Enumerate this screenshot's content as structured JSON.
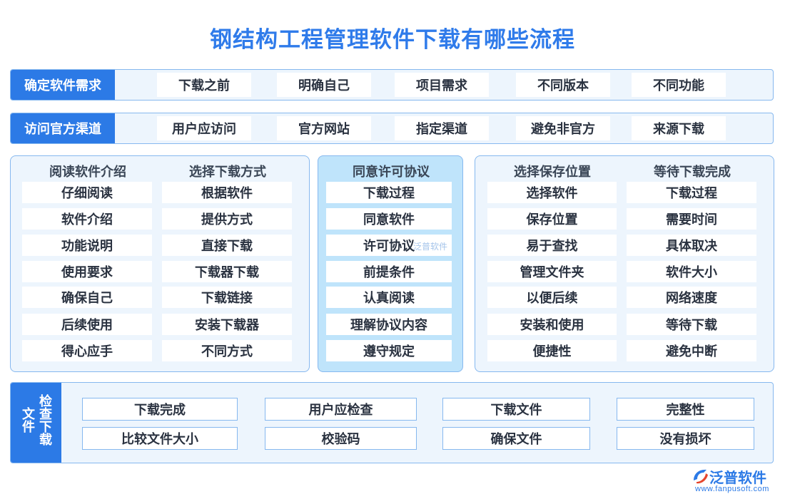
{
  "title": "钢结构工程管理软件下载有哪些流程",
  "row1": {
    "label": "确定软件需求",
    "items": [
      "下载之前",
      "明确自己",
      "项目需求",
      "不同版本",
      "不同功能"
    ]
  },
  "row2": {
    "label": "访问官方渠道",
    "items": [
      "用户应访问",
      "官方网站",
      "指定渠道",
      "避免非官方",
      "来源下载"
    ]
  },
  "panel_left": {
    "col1_head": "阅读软件介绍",
    "col1": [
      "仔细阅读",
      "软件介绍",
      "功能说明",
      "使用要求",
      "确保自己",
      "后续使用",
      "得心应手"
    ],
    "col2_head": "选择下载方式",
    "col2": [
      "根据软件",
      "提供方式",
      "直接下载",
      "下载器下载",
      "下载链接",
      "安装下载器",
      "不同方式"
    ]
  },
  "panel_mid": {
    "head": "同意许可协议",
    "items": [
      "下载过程",
      "同意软件",
      "许可协议",
      "前提条件",
      "认真阅读",
      "理解协议内容",
      "遵守规定"
    ]
  },
  "panel_right": {
    "col1_head": "选择保存位置",
    "col1": [
      "选择软件",
      "保存位置",
      "易于查找",
      "管理文件夹",
      "以便后续",
      "安装和使用",
      "便捷性"
    ],
    "col2_head": "等待下载完成",
    "col2": [
      "下载过程",
      "需要时间",
      "具体取决",
      "软件大小",
      "网络速度",
      "等待下载",
      "避免中断"
    ]
  },
  "bottom": {
    "label_col1": "文件",
    "label_col2": "检查下载",
    "row1": [
      "下载完成",
      "用户应检查",
      "下载文件",
      "完整性"
    ],
    "row2": [
      "比较文件大小",
      "校验码",
      "确保文件",
      "没有损坏"
    ]
  },
  "watermark": "泛普软件",
  "logo": {
    "name": "泛普软件",
    "url": "www.fanpusoft.com"
  },
  "colors": {
    "accent": "#2c7ae6",
    "title": "#2f7bea",
    "band": "#edf5fd",
    "mid_panel": "#bfe4fb",
    "border": "#86b8ef"
  }
}
